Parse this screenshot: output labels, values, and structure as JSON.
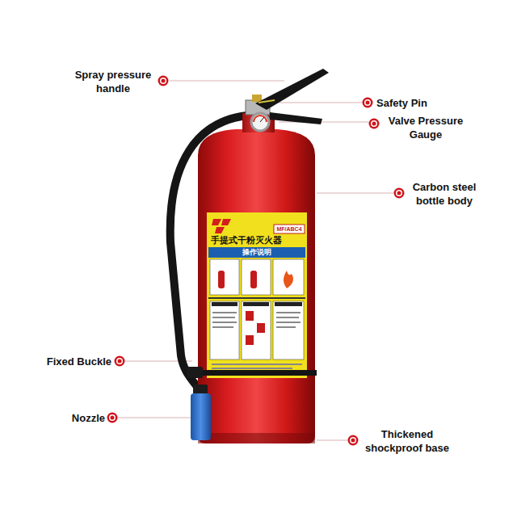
{
  "diagram": {
    "labels": [
      "Spray pressure handle",
      "Safety Pin",
      "Valve Pressure Gauge",
      "Carbon steel bottle body",
      "Fixed Buckle",
      "Nozzle",
      "Thickened shockproof base",
      "MF/ABC4",
      "手提式干粉灭火器",
      "操作说明"
    ]
  }
}
